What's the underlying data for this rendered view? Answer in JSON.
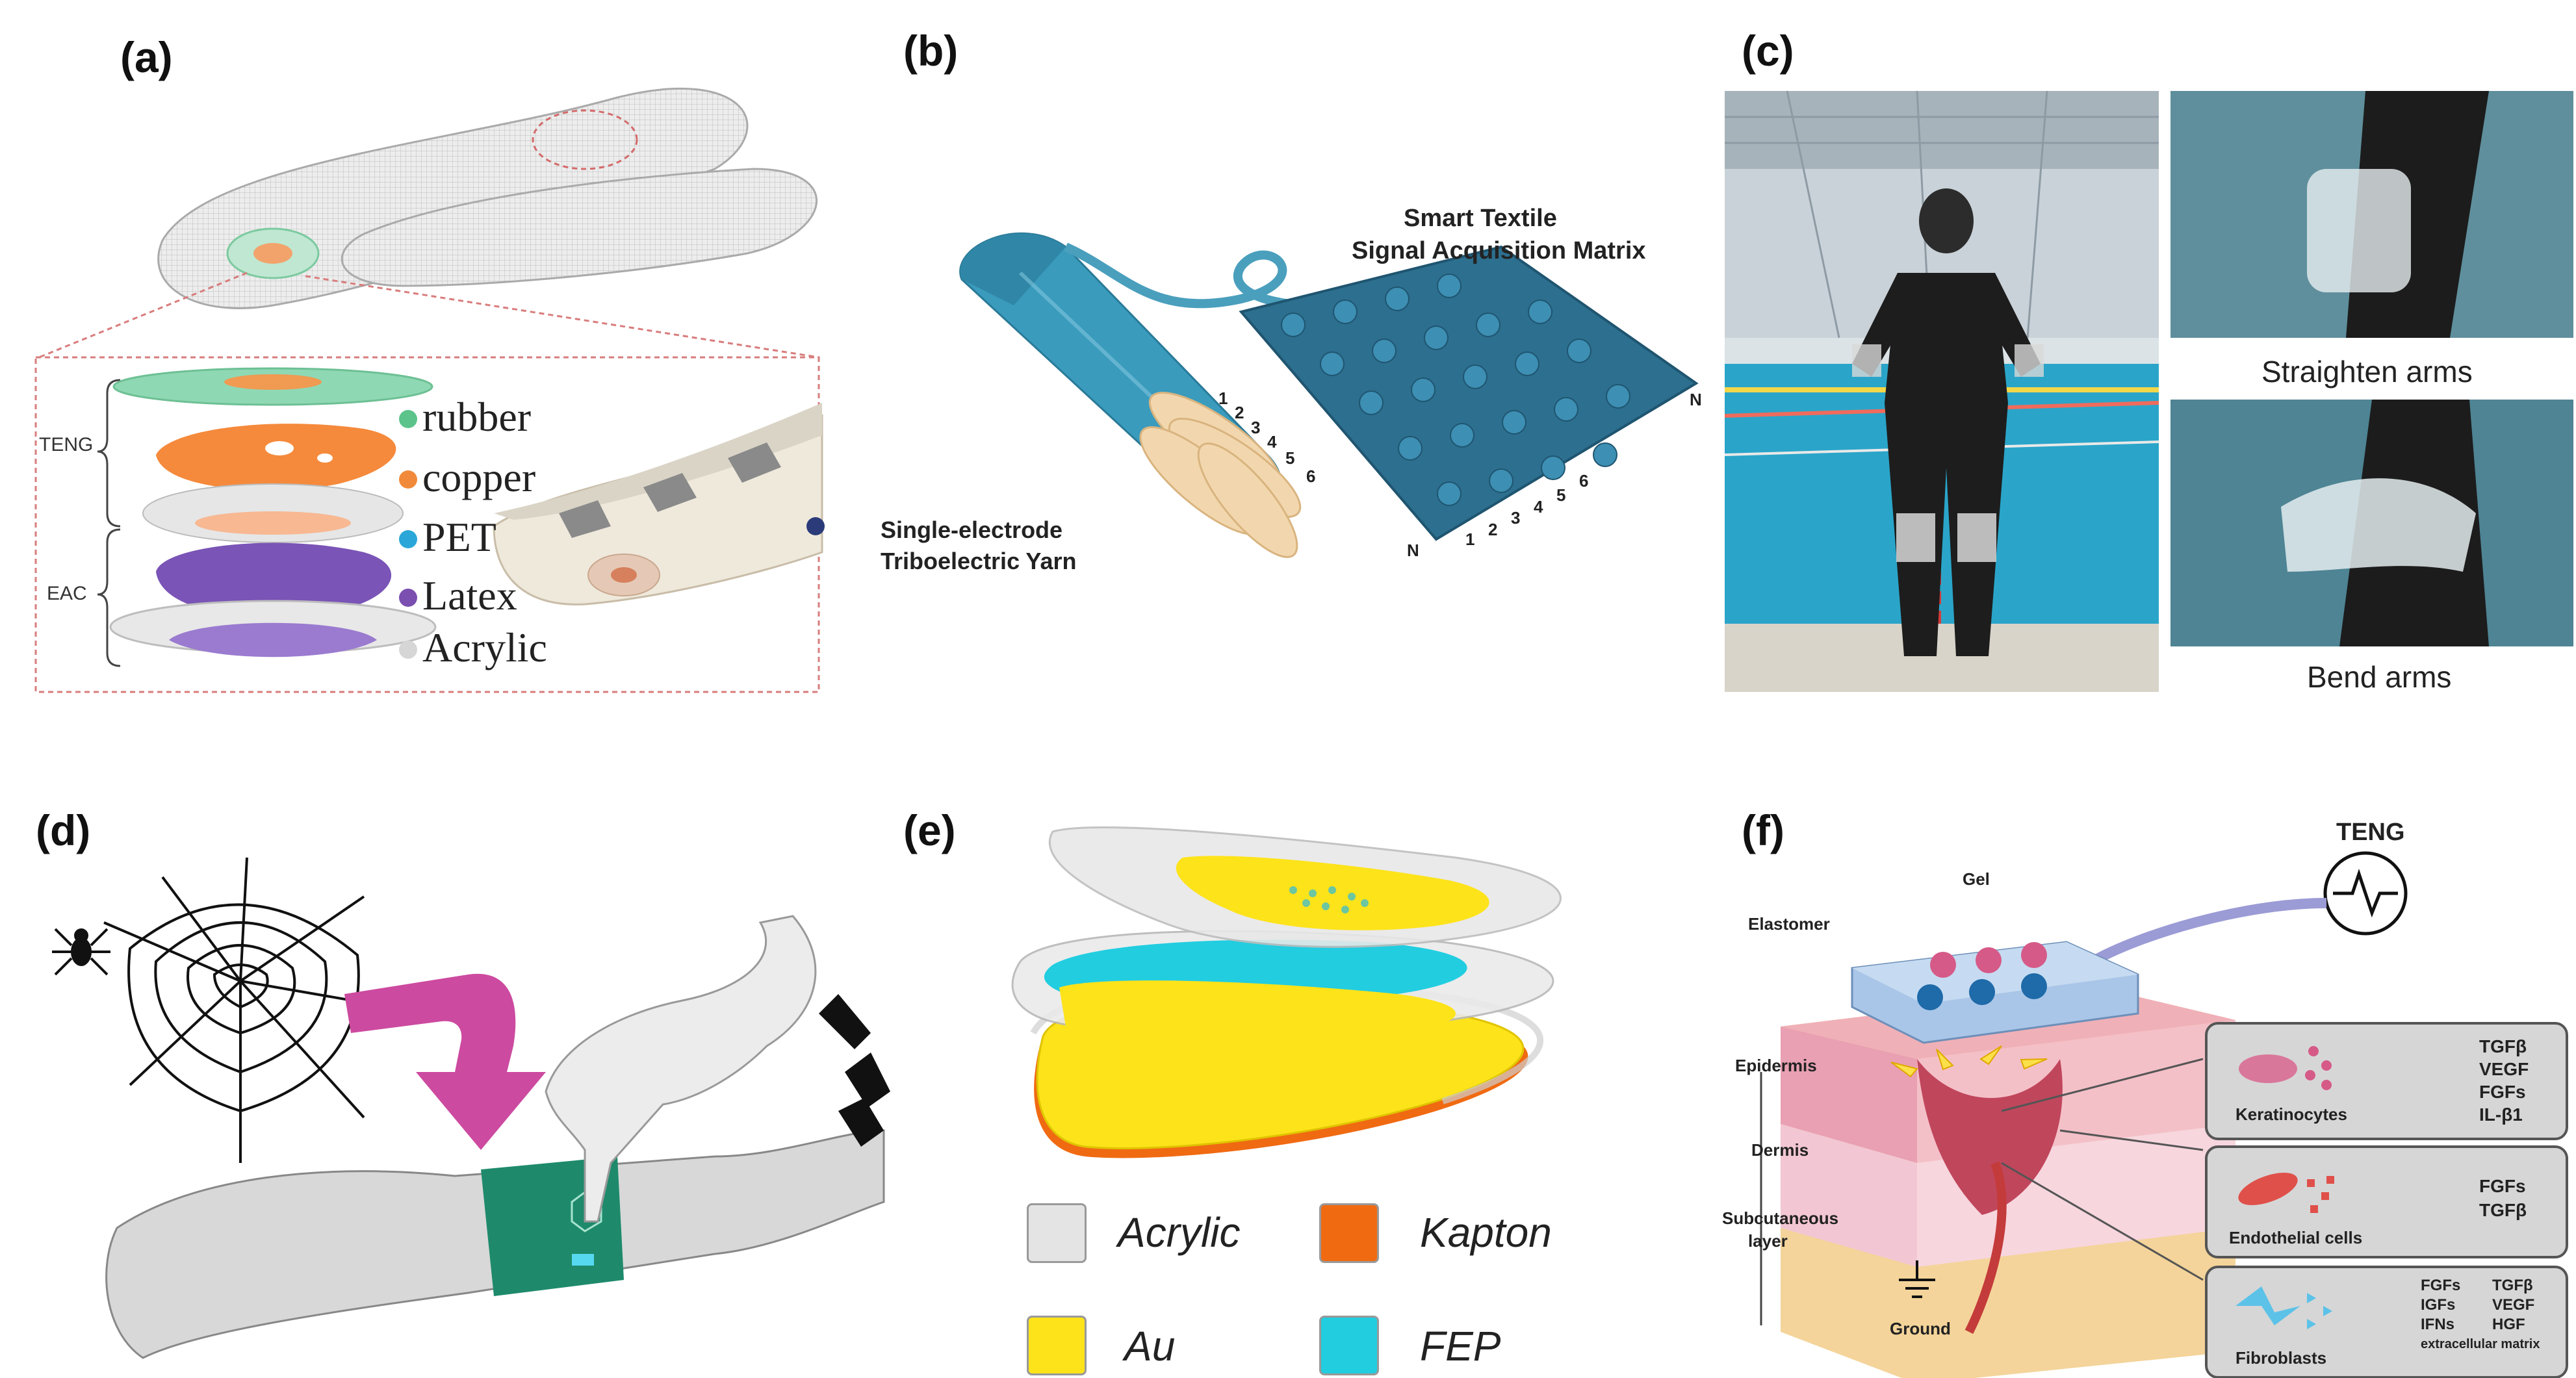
{
  "panels": {
    "a": {
      "label": "(a)",
      "group_teng": "TENG",
      "group_eac": "EAC",
      "legend": [
        {
          "text": "rubber",
          "color": "#5cc38a"
        },
        {
          "text": "copper",
          "color": "#f08a3a"
        },
        {
          "text": "PET",
          "color": "#2aa7d8"
        },
        {
          "text": "Latex",
          "color": "#7a4fb0"
        },
        {
          "text": "Acrylic",
          "color": "#d6d6d6"
        }
      ]
    },
    "b": {
      "label": "(b)",
      "matrix_title_1": "Smart Textile",
      "matrix_title_2": "Signal Acquisition Matrix",
      "yarn_label_1": "Single-electrode",
      "yarn_label_2": "Triboelectric Yarn",
      "row_index": [
        "1",
        "2",
        "3",
        "4",
        "5",
        "6"
      ],
      "col_index": [
        "1",
        "2",
        "3",
        "4",
        "5",
        "6"
      ],
      "end_index": "N"
    },
    "c": {
      "label": "(c)",
      "caption_top": "Straighten arms",
      "caption_bottom": "Bend arms"
    },
    "d": {
      "label": "(d)"
    },
    "e": {
      "label": "(e)",
      "legend": [
        {
          "text": "Acrylic",
          "color": "#e4e4e4"
        },
        {
          "text": "Kapton",
          "color": "#f06a12"
        },
        {
          "text": "Au",
          "color": "#fde31a"
        },
        {
          "text": "FEP",
          "color": "#22cde0"
        }
      ]
    },
    "f": {
      "label": "(f)",
      "teng": "TENG",
      "gel": "Gel",
      "elastomer": "Elastomer",
      "epidermis": "Epidermis",
      "dermis": "Dermis",
      "subcutaneous_1": "Subcutaneous",
      "subcutaneous_2": "layer",
      "ground": "Ground",
      "boxes": [
        {
          "cell": "Keratinocytes",
          "factors": [
            "TGFβ",
            "VEGF",
            "FGFs",
            "IL-β1"
          ]
        },
        {
          "cell": "Endothelial cells",
          "factors": [
            "FGFs",
            "TGFβ"
          ]
        },
        {
          "cell": "Fibroblasts",
          "factors_left": [
            "FGFs",
            "IGFs",
            "IFNs"
          ],
          "factors_right": [
            "TGFβ",
            "VEGF",
            "HGF"
          ],
          "footer": "extracellular matrix"
        }
      ]
    }
  }
}
